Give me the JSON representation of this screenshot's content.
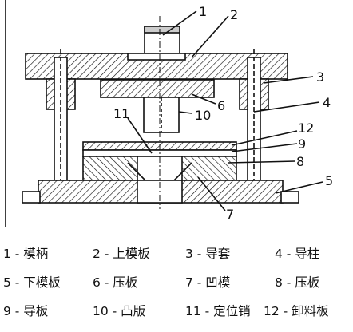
{
  "callouts": [
    "1",
    "2",
    "3",
    "4",
    "5",
    "6",
    "7",
    "8",
    "9",
    "10",
    "11",
    "12"
  ],
  "legend": [
    "1 - 模柄",
    "2 - 上模板",
    "3 - 导套",
    "4 - 导柱",
    "5 - 下模板",
    "6 - 压板",
    "7 - 凹模",
    "8 - 压板",
    "9 - 导板",
    "10 - 凸版",
    "11 - 定位销",
    "12 - 卸料板"
  ]
}
